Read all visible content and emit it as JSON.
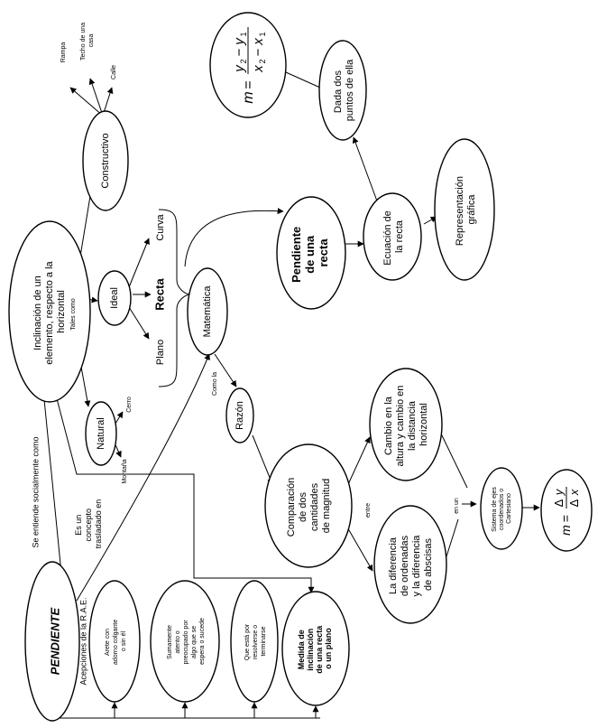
{
  "nodes": {
    "pendiente": "PENDIENTE",
    "acepciones": "Acepciones de la R.A.E.",
    "arete": [
      "Arete con",
      "adorno colgante",
      "o sin él"
    ],
    "sumamente": [
      "Sumamente",
      "atento o",
      "preocupado por",
      "algo que se",
      "espera o sucede"
    ],
    "que_esta": [
      "Que está por",
      "resolverse o",
      "terminarse"
    ],
    "medida": [
      "Medida de",
      "inclinación",
      "de una recta",
      "o un plano"
    ],
    "se_entiende": "Se entiende socialmente como",
    "inclinacion": [
      "Inclinación de un",
      "elemento, respecto a la",
      "horizontal"
    ],
    "tales_como": "Tales como",
    "es_un_concepto": [
      "Es un",
      "concepto",
      "trasladado en"
    ],
    "constructivo": "Constructivo",
    "rampa": "Rampa",
    "techo": [
      "Techo de una",
      "casa"
    ],
    "calle": "Calle",
    "natural": "Natural",
    "cerro": "Cerro",
    "montana": "Montaña",
    "ideal": "Ideal",
    "recta": "Recta",
    "curva": "Curva",
    "plano": "Plano",
    "matematica": "Matemática",
    "como_la": "Como la",
    "razon": "Razón",
    "comparacion": [
      "Comparación",
      "de dos",
      "cantidades",
      "de magnitud"
    ],
    "entre": "entre",
    "cambio_altura": [
      "Cambio en la",
      "altura y cambio en",
      "la distancia",
      "horizontal"
    ],
    "diferencia": [
      "La diferencia",
      "de ordenadas",
      "y la diferencia",
      "de abscisas"
    ],
    "en_un": "en un",
    "sistema": [
      "Sistema de ejes",
      "coordenados o",
      "Cartesiano"
    ],
    "pendiente_recta": [
      "Pendiente",
      "de una",
      "recta"
    ],
    "ecuacion": [
      "Ecuación de",
      "la recta"
    ],
    "representacion": [
      "Representación",
      "gráfica"
    ],
    "dada_dos": [
      "Dada dos",
      "puntos de ella"
    ],
    "formula_y": "y",
    "formula_x": "x",
    "formula_1": "1",
    "formula_2": "2",
    "formula_m": "m",
    "formula_eq": "=",
    "formula_minus": "−",
    "formula_delta": "Δ"
  }
}
